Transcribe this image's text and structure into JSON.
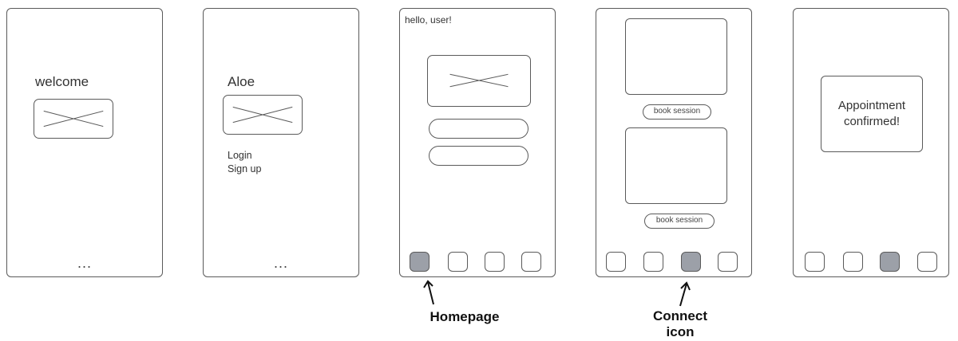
{
  "screens": [
    {
      "title": "welcome",
      "footer": "..."
    },
    {
      "title": "Aloe",
      "links": [
        "Login",
        "Sign up"
      ],
      "footer": "..."
    },
    {
      "greeting": "hello, user!",
      "active_tab": 1
    },
    {
      "buttons": [
        "book session",
        "book session"
      ],
      "active_tab": 3
    },
    {
      "message_line1": "Appointment",
      "message_line2": "confirmed!",
      "active_tab": 3
    }
  ],
  "annotations": {
    "homepage": "Homepage",
    "connect_line1": "Connect",
    "connect_line2": "icon"
  },
  "colors": {
    "active_tab_fill": "#9ca0a8",
    "stroke": "#5a5a5a"
  }
}
